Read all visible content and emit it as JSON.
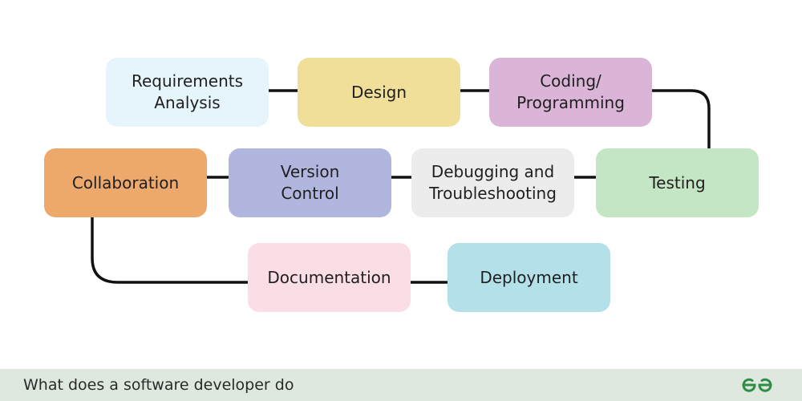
{
  "nodes": {
    "requirements": {
      "label": "Requirements\nAnalysis",
      "color": "#e6f4fb"
    },
    "design": {
      "label": "Design",
      "color": "#efdf98"
    },
    "coding": {
      "label": "Coding/\nProgramming",
      "color": "#dbb5d8"
    },
    "testing": {
      "label": "Testing",
      "color": "#c5e6c4"
    },
    "debugging": {
      "label": "Debugging and\nTroubleshooting",
      "color": "#ececec"
    },
    "version_control": {
      "label": "Version\nControl",
      "color": "#b0b6dd"
    },
    "collaboration": {
      "label": "Collaboration",
      "color": "#eda96c"
    },
    "documentation": {
      "label": "Documentation",
      "color": "#fbdde6"
    },
    "deployment": {
      "label": "Deployment",
      "color": "#b4e0ea"
    }
  },
  "footer": {
    "caption": "What does a software developer do",
    "logo_icon": "gfg-logo-icon",
    "logo_color": "#2f8d46"
  }
}
